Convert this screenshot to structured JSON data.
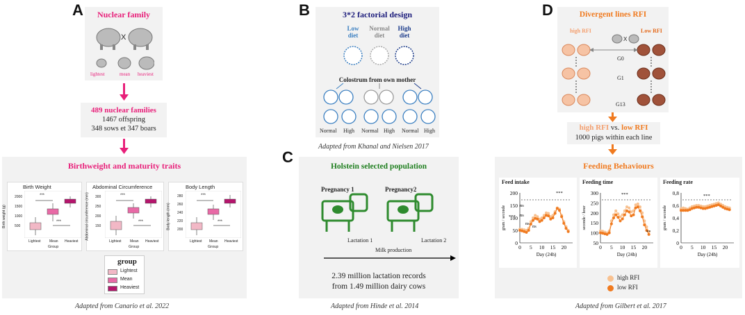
{
  "panelA": {
    "letter": "A",
    "title": "Nuclear family",
    "cross": "X",
    "pig_labels": [
      "lightest",
      "mean",
      "heaviest"
    ],
    "families_title": "489 nuclear families",
    "families_line1": "1467 offspring",
    "families_line2": "348 sows et 347 boars",
    "traits_title": "Birthweight and maturity traits",
    "charts": [
      {
        "title": "Birth Weight",
        "ylabel": "Birth weight (g)",
        "yticks": [
          "2000",
          "1500",
          "1000",
          "500"
        ],
        "xticks": [
          "Lightest",
          "Mean",
          "Heaviest"
        ],
        "xlabel": "Group"
      },
      {
        "title": "Abdominal Circumference",
        "ylabel": "Abdominal circumference (mm)",
        "yticks": [
          "300",
          "250",
          "200",
          "150"
        ],
        "xticks": [
          "Lightest",
          "Mean",
          "Heaviest"
        ],
        "xlabel": "Group"
      },
      {
        "title": "Body Length",
        "ylabel": "Body length (mm)",
        "yticks": [
          "280",
          "260",
          "240",
          "220",
          "200"
        ],
        "xticks": [
          "Lightest",
          "Mean",
          "Heaviest"
        ],
        "xlabel": "Group"
      }
    ],
    "sig": "***",
    "legend_title": "group",
    "legend_items": [
      "Lightest",
      "Mean",
      "Heaviest"
    ],
    "legend_colors": [
      "#f2b8c6",
      "#e86aa6",
      "#b5156c"
    ],
    "caption": "Adapted from Canario et al. 2022"
  },
  "panelB": {
    "letter": "B",
    "title": "3*2 factorial design",
    "diets": [
      {
        "l1": "Low",
        "l2": "diet"
      },
      {
        "l1": "Normal",
        "l2": "diet"
      },
      {
        "l1": "High",
        "l2": "diet"
      }
    ],
    "colostrum": "Colostrum from own mother",
    "bottom_labels": [
      "Normal",
      "High",
      "Normal",
      "High",
      "Normal",
      "High"
    ],
    "caption": "Adapted from Khanal and Nielsen 2017"
  },
  "panelC": {
    "letter": "C",
    "title": "Holstein selected population",
    "preg1": "Pregnancy 1",
    "preg2": "Pregnancy2",
    "lact1": "Lactation 1",
    "lact2": "Lactation 2",
    "milk": "Milk production",
    "records1": "2.39 million lactation records",
    "records2": "from 1.49 million dairy cows",
    "caption": "Adapted from Hinde et al. 2014"
  },
  "panelD": {
    "letter": "D",
    "title": "Divergent lines RFI",
    "high": "high RFI",
    "low": "Low RFI",
    "cross": "X",
    "gens": [
      "G0",
      "G1",
      "G13"
    ],
    "vs_high": "high RFI",
    "vs_word": " vs. ",
    "vs_low": "low RFI",
    "pigs_line": "1000 pigs within each line",
    "feeding_title": "Feeding Behaviours",
    "legend": [
      "high RFI",
      "low RFI"
    ],
    "legend_colors": [
      "#f8c190",
      "#f07a1f"
    ],
    "caption": "Adapted from Gilbert et al. 2017"
  },
  "chart_data": [
    {
      "type": "line",
      "title": "Feed intake",
      "xlabel": "Day (24h)",
      "ylabel": "gram / seconde",
      "xticks": [
        "0",
        "5",
        "10",
        "15",
        "20"
      ],
      "yticks": [
        "200",
        "150",
        "100",
        "50",
        "0"
      ],
      "annotations": [
        "***",
        "ns",
        "ns",
        "ns",
        "ns",
        "***"
      ],
      "x": [
        0,
        1,
        2,
        3,
        4,
        5,
        6,
        7,
        8,
        9,
        10,
        11,
        12,
        13,
        14,
        15,
        16,
        17,
        18,
        19,
        20,
        21,
        22
      ],
      "series": [
        {
          "name": "high RFI",
          "values": [
            55,
            54,
            52,
            50,
            58,
            85,
            100,
            110,
            105,
            95,
            100,
            110,
            120,
            118,
            105,
            110,
            125,
            140,
            135,
            110,
            85,
            65,
            50
          ]
        },
        {
          "name": "low RFI",
          "values": [
            50,
            48,
            45,
            42,
            50,
            75,
            90,
            98,
            95,
            85,
            90,
            100,
            110,
            108,
            95,
            100,
            118,
            138,
            130,
            105,
            78,
            58,
            45
          ]
        }
      ]
    },
    {
      "type": "line",
      "title": "Feeding time",
      "xlabel": "Day (24h)",
      "ylabel": "seconde / hour",
      "xticks": [
        "0",
        "5",
        "10",
        "15",
        "20"
      ],
      "yticks": [
        "300",
        "250",
        "200",
        "150",
        "100",
        "50"
      ],
      "annotations": [
        "***",
        "**"
      ],
      "x": [
        0,
        1,
        2,
        3,
        4,
        5,
        6,
        7,
        8,
        9,
        10,
        11,
        12,
        13,
        14,
        15,
        16,
        17,
        18,
        19,
        20,
        21,
        22
      ],
      "series": [
        {
          "name": "high RFI",
          "values": [
            110,
            108,
            104,
            100,
            110,
            160,
            190,
            210,
            195,
            180,
            190,
            210,
            230,
            225,
            205,
            210,
            240,
            245,
            230,
            200,
            160,
            130,
            105
          ]
        },
        {
          "name": "low RFI",
          "values": [
            100,
            98,
            95,
            92,
            100,
            145,
            175,
            190,
            178,
            160,
            170,
            190,
            210,
            205,
            185,
            190,
            225,
            230,
            210,
            180,
            140,
            112,
            92
          ]
        }
      ]
    },
    {
      "type": "line",
      "title": "Feeding rate",
      "xlabel": "Day (24h)",
      "ylabel": "gram / seconde",
      "xticks": [
        "0",
        "5",
        "10",
        "15",
        "20"
      ],
      "yticks": [
        "0,8",
        "0,6",
        "0,4",
        "0,2",
        "0"
      ],
      "annotations": [
        "***"
      ],
      "x": [
        0,
        1,
        2,
        3,
        4,
        5,
        6,
        7,
        8,
        9,
        10,
        11,
        12,
        13,
        14,
        15,
        16,
        17,
        18,
        19,
        20,
        21,
        22
      ],
      "series": [
        {
          "name": "high RFI",
          "values": [
            0.55,
            0.56,
            0.55,
            0.54,
            0.56,
            0.58,
            0.59,
            0.6,
            0.6,
            0.59,
            0.58,
            0.58,
            0.59,
            0.6,
            0.61,
            0.62,
            0.63,
            0.64,
            0.62,
            0.6,
            0.58,
            0.57,
            0.56
          ]
        },
        {
          "name": "low RFI",
          "values": [
            0.52,
            0.52,
            0.52,
            0.52,
            0.53,
            0.55,
            0.56,
            0.57,
            0.57,
            0.56,
            0.55,
            0.55,
            0.56,
            0.57,
            0.58,
            0.59,
            0.6,
            0.61,
            0.59,
            0.57,
            0.55,
            0.54,
            0.53
          ]
        }
      ]
    }
  ]
}
